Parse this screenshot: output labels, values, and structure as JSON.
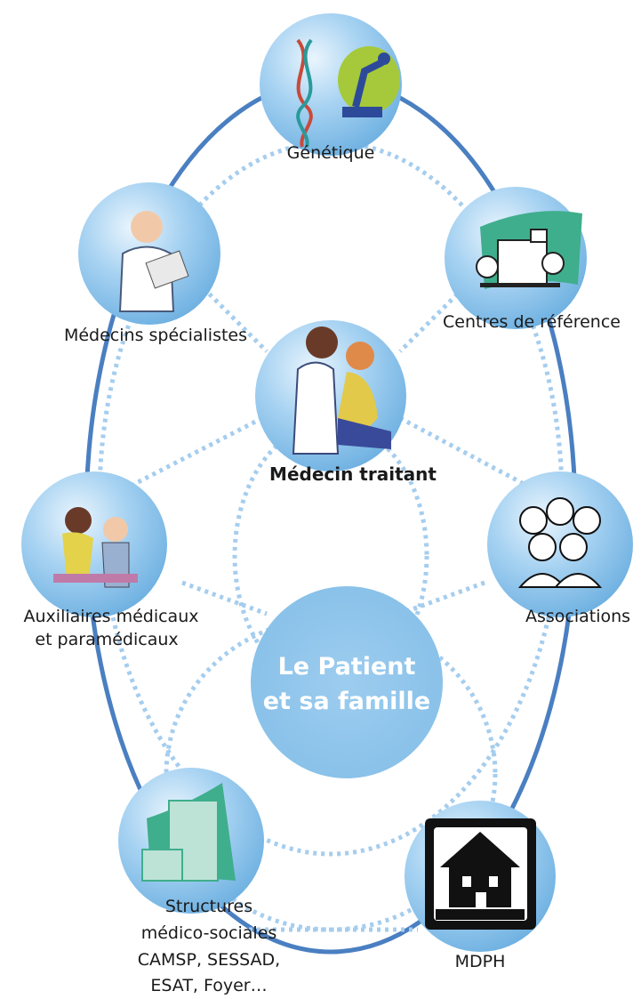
{
  "diagram": {
    "center": {
      "line1": "Le Patient",
      "line2": "et sa famille"
    },
    "nodes": {
      "genetique": "Génétique",
      "centres": "Centres de référence",
      "specialistes": "Médecins spécialistes",
      "traitant": "Médecin traitant",
      "auxiliaires_line1": "Auxiliaires médicaux",
      "auxiliaires_line2": "et paramédicaux",
      "associations": "Associations",
      "structures_line1": "Structures",
      "structures_line2": "médico-sociales",
      "structures_line3": "CAMSP, SESSAD,",
      "structures_line4": "ESAT, Foyer…",
      "mdph": "MDPH"
    },
    "colors": {
      "outer_ring": "#4a7fc1",
      "dotted_links": "#9cc7ea",
      "bubble": "#8cc3ea",
      "center_disc": "#8cc3ea"
    }
  }
}
